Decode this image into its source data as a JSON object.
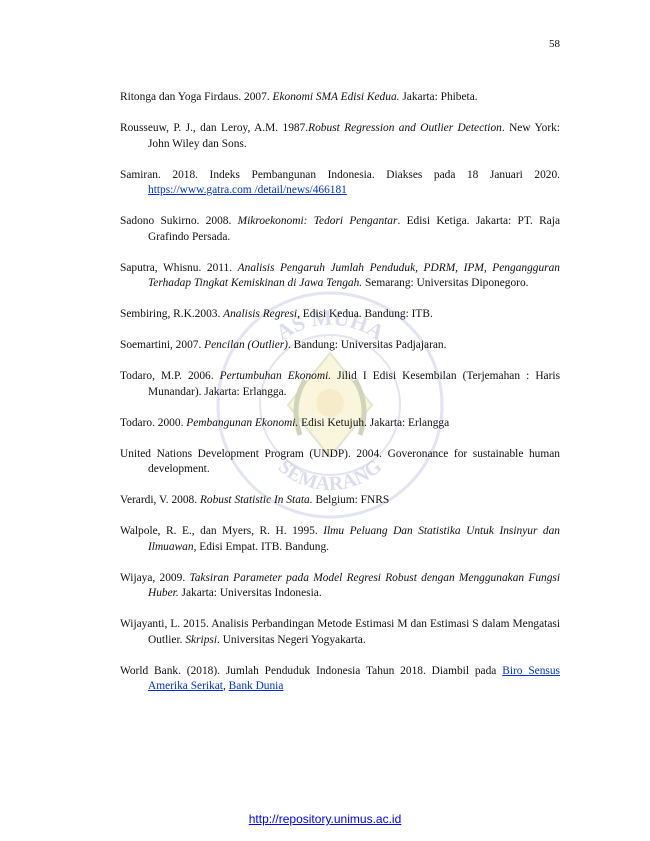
{
  "page_number": "58",
  "references": [
    {
      "pre": "Ritonga dan Yoga Firdaus. 2007. ",
      "title": "Ekonomi SMA Edisi Kedua.",
      "post": " Jakarta: Phibeta."
    },
    {
      "pre": "Rousseuw, P. J., dan Leroy, A.M. 1987.",
      "title": "Robust Regression and Outlier Detection",
      "post": ". New York: John Wiley dan Sons."
    },
    {
      "pre": "Samiran. 2018. Indeks Pembangunan Indonesia. Diakses pada 18 Januari 2020. ",
      "link": "https://www.gatra.com /detail/news/466181"
    },
    {
      "pre": "Sadono Sukirno. 2008. ",
      "title": "Mikroekonomi: Tedori Pengantar",
      "post": ". Edisi Ketiga. Jakarta: PT. Raja Grafindo Persada."
    },
    {
      "pre": "Saputra, Whisnu. 2011. ",
      "title": "Analisis Pengaruh Jumlah Penduduk, PDRM, IPM, Pengangguran Terhadap Tingkat Kemiskinan di Jawa Tengah.",
      "post": " Semarang: Universitas Diponegoro."
    },
    {
      "pre": "Sembiring, R.K.2003. ",
      "title": "Analisis Regresi,",
      "post": " Edisi Kedua. Bandung: ITB."
    },
    {
      "pre": "Soemartini, 2007. ",
      "title": "Pencilan (Outlier)",
      "post": ". Bandung: Universitas Padjajaran."
    },
    {
      "pre": "Todaro, M.P. 2006. ",
      "title": "Pertumbuhan Ekonomi.",
      "post": " Jilid I Edisi Kesembilan (Terjemahan : Haris Munandar). Jakarta: Erlangga."
    },
    {
      "pre": "Todaro. 2000. ",
      "title": "Pembangunan Ekonomi.",
      "post": " Edisi Ketujuh. Jakarta: Erlangga"
    },
    {
      "pre": "United Nations Development Program (UNDP). 2004. Goveronance for sustainable human development."
    },
    {
      "pre": "Verardi, V. 2008. ",
      "title": "Robust Statistic In Stata.",
      "post": " Belgium: FNRS"
    },
    {
      "pre": "Walpole, R. E., dan Myers, R. H. 1995. ",
      "title": "Ilmu Peluang Dan Statistika Untuk Insinyur dan Ilmuawan,",
      "post": " Edisi Empat. ITB. Bandung."
    },
    {
      "pre": "Wijaya, 2009. ",
      "title": "Taksiran Parameter pada Model Regresi Robust dengan Menggunakan Fungsi Huber.",
      "post": " Jakarta: Universitas Indonesia."
    },
    {
      "pre": "Wijayanti, L. 2015. Analisis Perbandingan Metode Estimasi M dan Estimasi S dalam Mengatasi Outlier. ",
      "title": "Skripsi",
      "post": ". Universitas Negeri Yogyakarta."
    },
    {
      "pre": "World Bank. (2018). Jumlah Penduduk Indonesia Tahun 2018. Diambil pada ",
      "link": "Biro Sensus Amerika Serikat",
      "mid": ", ",
      "link2": "Bank Dunia"
    }
  ],
  "watermark": {
    "top_text": "AS MUHA",
    "bottom_text": "SEMARANG"
  },
  "footer": {
    "url": "http://repository.unimus.ac.id"
  },
  "colors": {
    "link": "#0033cc",
    "footer_link": "#0000ee",
    "watermark": "#c9cbe6"
  }
}
